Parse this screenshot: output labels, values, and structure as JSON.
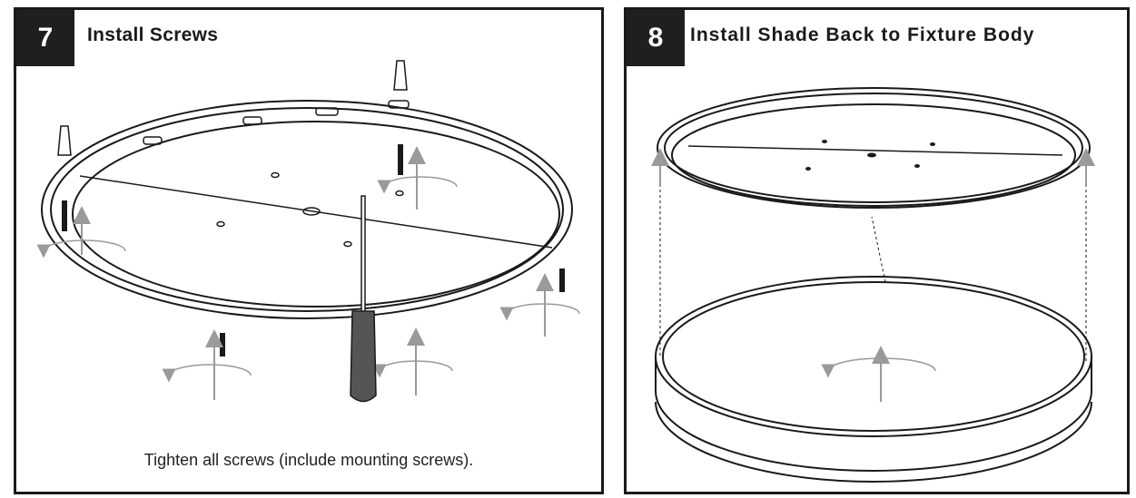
{
  "steps": [
    {
      "number": "7",
      "title": "Install Screws",
      "caption": "Tighten all screws (include mounting screws)."
    },
    {
      "number": "8",
      "title": "Install Shade Back to Fixture Body",
      "caption": ""
    }
  ],
  "colors": {
    "frame": "#1a1a1a",
    "header_bg": "#1f1f1f",
    "arrow_gray": "#9a9a9a",
    "screwdriver_handle": "#555555"
  }
}
